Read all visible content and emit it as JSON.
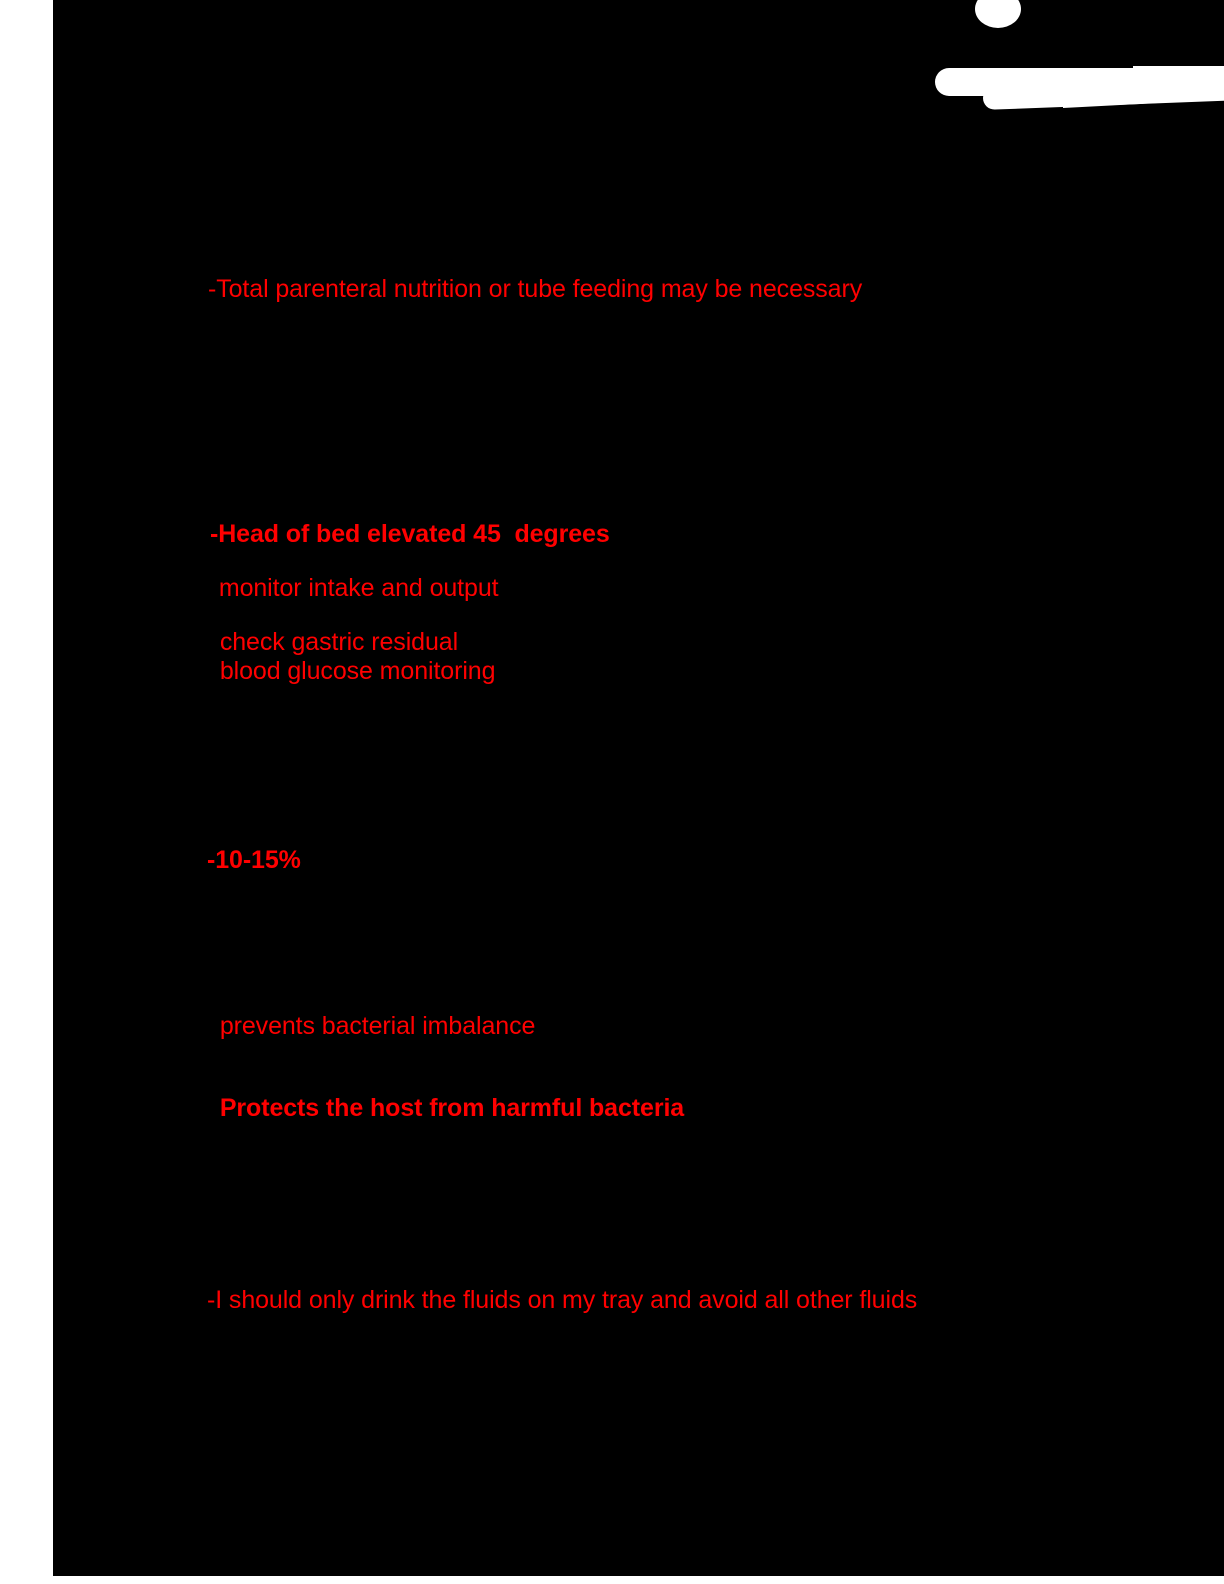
{
  "page": {
    "background_color": "#ffffff",
    "scan_background_color": "#000000",
    "annotation_color": "#ff0000",
    "stroke_color": "#ffffff"
  },
  "annotations": [
    {
      "id": "tpn-note",
      "text": "-Total parenteral nutrition or tube feeding may be necessary",
      "weight": "normal"
    },
    {
      "id": "hob-note",
      "text": "-Head of bed elevated 45  degrees",
      "weight": "semi"
    },
    {
      "id": "intake-output-note",
      "text": " monitor intake and output",
      "weight": "normal"
    },
    {
      "id": "gastric-residual-note",
      "text": " check gastric residual",
      "weight": "normal"
    },
    {
      "id": "blood-glucose-note",
      "text": " blood glucose monitoring",
      "weight": "normal"
    },
    {
      "id": "percent-note",
      "text": "-10-15%",
      "weight": "bold"
    },
    {
      "id": "bacterial-imbalance-note",
      "text": " prevents bacterial imbalance",
      "weight": "normal"
    },
    {
      "id": "protects-host-note",
      "text": " Protects the host from harmful bacteria",
      "weight": "semi"
    },
    {
      "id": "fluids-note",
      "text": "-I should only drink the fluids on my tray and avoid all other fluids",
      "weight": "normal"
    }
  ],
  "marks": {
    "dot_label": "white-marker-dot",
    "main_label": "white-marker-stroke"
  }
}
